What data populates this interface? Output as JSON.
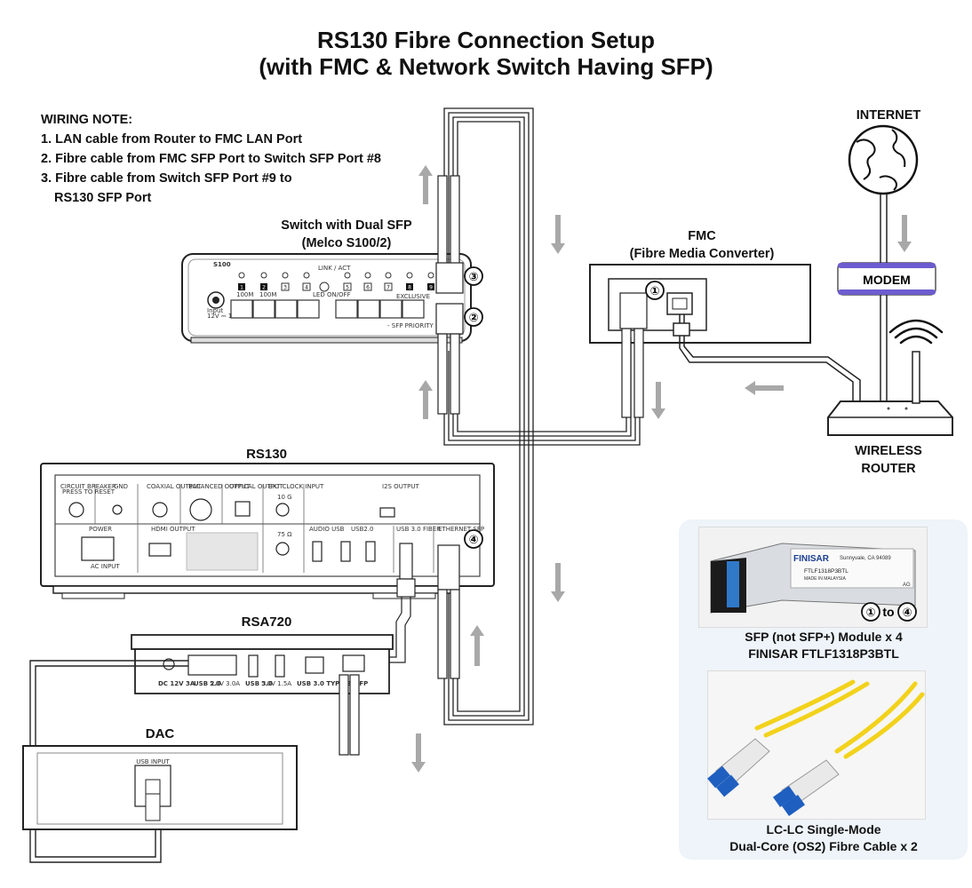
{
  "title": {
    "line1": "RS130 Fibre Connection Setup",
    "line2": "(with FMC & Network Switch Having SFP)"
  },
  "wiring_note": {
    "heading": "WIRING NOTE:",
    "lines": [
      "1. LAN cable from Router to FMC LAN Port",
      "2. Fibre cable from FMC SFP Port to Switch SFP Port #8",
      "3. Fibre cable from Switch SFP Port #9 to",
      "    RS130 SFP Port"
    ]
  },
  "switch": {
    "label_line1": "Switch with Dual SFP",
    "label_line2": "(Melco S100/2)",
    "model": "S100",
    "link_act": "LINK / ACT",
    "led": "LED ON/OFF",
    "exclusive": "EXCLUSIVE",
    "sfp_priority": "- SFP PRIORITY -",
    "speed_a": "100M",
    "speed_b": "100M",
    "input": "Input",
    "input_spec": "12V ⎓ 1.5A",
    "ports": [
      "1",
      "2",
      "3",
      "4",
      "5",
      "6",
      "7",
      "8",
      "9"
    ]
  },
  "fmc": {
    "label_line1": "FMC",
    "label_line2": "(Fibre Media Converter)"
  },
  "internet": {
    "label": "INTERNET"
  },
  "modem": {
    "label": "MODEM"
  },
  "router": {
    "label_line1": "WIRELESS",
    "label_line2": "ROUTER"
  },
  "rs130": {
    "label": "RS130",
    "sections": [
      "CIRCUIT BREAKER",
      "GND",
      "COAXIAL OUTPUT",
      "BALANCED OUTPUT",
      "OPTICAL OUTPUT",
      "EXT CLOCK INPUT",
      "I2S OUTPUT"
    ],
    "lower_sections": [
      "POWER",
      "HDMI OUTPUT",
      "AUDIO USB",
      "USB2.0",
      "USB 3.0 FIBER",
      "ETHERNET SFP"
    ],
    "clock_a": "10 G",
    "clock_b": "75 Ω",
    "press_reset": "PRESS TO RESET",
    "ac_input": "AC INPUT"
  },
  "rsa720": {
    "label": "RSA720",
    "dc": "DC 12V 3A",
    "usb20": "USB 2.0",
    "usb20_spec": "5.0V 3.0A",
    "usb30": "USB 3.0",
    "usb30_spec": "5.0V 1.5A",
    "usb30b": "USB 3.0 TYPE-B",
    "sfp": "3 SFP"
  },
  "dac": {
    "label": "DAC",
    "usb_input": "USB INPUT"
  },
  "sfp_photo": {
    "brand": "FINISAR",
    "location": "Sunnyvale, CA 94089",
    "part": "FTLF1318P3BTL",
    "made_in": "MADE IN MALAYSIA",
    "grade": "AG",
    "caption_line1": "SFP (not SFP+) Module x 4",
    "caption_line2": "FINISAR  FTLF1318P3BTL",
    "range": "to"
  },
  "cable_photo": {
    "caption_line1": "LC-LC Single-Mode",
    "caption_line2": "Dual-Core (OS2) Fibre Cable x 2"
  },
  "badges": [
    "①",
    "②",
    "③",
    "④"
  ],
  "colors": {
    "arrow": "#a8a8a8",
    "line": "#222222",
    "panel": "#eef4f9",
    "fibre_yellow": "#f2d21b",
    "connector_blue": "#1f5fbf"
  }
}
